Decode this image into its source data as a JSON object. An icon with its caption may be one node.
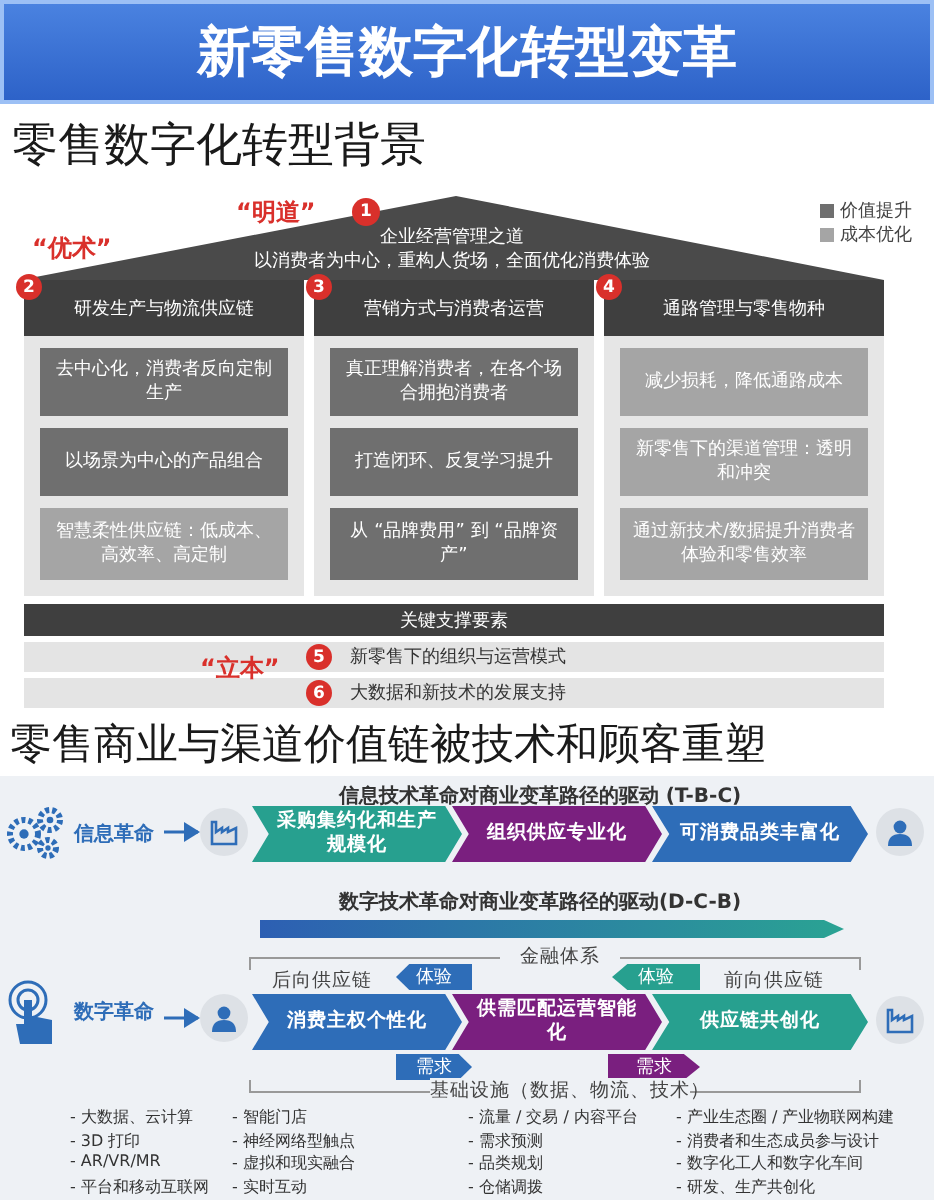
{
  "diagram": {
    "title": "新零售数字化转型变革",
    "nodes": [
      {
        "text": [
          "企业经营管理之道",
          "以消费者为中心，重构人货场，全面优化消费体验"
        ]
      },
      {
        "text": [
          "1"
        ]
      },
      {
        "text": [
          "研发生产与物流供应链"
        ]
      },
      {
        "text": [
          "2"
        ]
      },
      {
        "text": [
          "去中心化，消费者反向定制生产"
        ],
        "in": 2
      },
      {
        "text": [
          "以场景为中心的产品组合"
        ],
        "in": 2
      },
      {
        "text": [
          "智慧柔性供应链：低成本、高效率、高定制"
        ],
        "in": 2
      },
      {
        "text": [
          "营销方式与消费者运营"
        ]
      },
      {
        "text": [
          "3"
        ]
      },
      {
        "text": [
          "真正理解消费者，在各个场合拥抱消费者"
        ],
        "in": 7
      },
      {
        "text": [
          "打造闭环、反复学习提升"
        ],
        "in": 7
      },
      {
        "text": [
          "从 “品牌费用” 到 “品牌资产”"
        ],
        "in": 7
      },
      {
        "text": [
          "通路管理与零售物种"
        ]
      },
      {
        "text": [
          "4"
        ]
      },
      {
        "text": [
          "减少损耗，降低通路成本"
        ],
        "in": 12
      },
      {
        "text": [
          "新零售下的渠道管理：透明和冲突"
        ],
        "in": 12
      },
      {
        "text": [
          "通过新技术/数据提升消费者体验和零售效率"
        ],
        "in": 12
      },
      {
        "text": [
          "关键支撑要素"
        ]
      },
      {
        "text": [
          "新零售下的组织与运营模式"
        ]
      },
      {
        "text": [
          "5"
        ],
        "in": 18
      },
      {
        "text": [
          "大数据和新技术的发展支持"
        ]
      },
      {
        "text": [
          "6"
        ],
        "in": 20
      },
      {
        "text": [
          "信息革命"
        ]
      },
      {
        "text": [],
        "shape": "circle"
      },
      {
        "text": [
          "采购集约化和生产规模化"
        ]
      },
      {
        "text": [
          "组织供应专业化"
        ]
      },
      {
        "text": [
          "可消费品类丰富化"
        ]
      },
      {
        "text": [],
        "shape": "circle"
      },
      {
        "text": [
          "数字革命"
        ]
      },
      {
        "text": [],
        "shape": "circle"
      },
      {
        "text": [
          "消费主权个性化"
        ]
      },
      {
        "text": [
          "供需匹配运营智能化"
        ]
      },
      {
        "text": [
          "供应链共创化"
        ]
      },
      {
        "text": [],
        "shape": "circle"
      },
      {
        "text": [
          "体验"
        ]
      },
      {
        "text": [
          "体验"
        ]
      },
      {
        "text": [
          "需求"
        ]
      },
      {
        "text": [
          "需求"
        ]
      }
    ],
    "edges": [
      {
        "from": 22,
        "to": 23,
        "arrow": "to"
      },
      {
        "from": 28,
        "to": 29,
        "arrow": "to"
      }
    ],
    "labels": [
      "零售数字化转型背景",
      "“明道”",
      "“优术”",
      "“立本”",
      "零售商业与渠道价值链被技术和顾客重塑",
      "信息技术革命对商业变革路径的驱动 (T-B-C)",
      "数字技术革命对商业变革路径的驱动(D-C-B)",
      "金融体系",
      "后向供应链",
      "前向供应链",
      "基础设施（数据、物流、技术）",
      "- 大数据、云计算",
      "- 3D 打印",
      "- AR/VR/MR",
      "- 平台和移动互联网",
      "- 智能门店",
      "- 神经网络型触点",
      "- 虚拟和现实融合",
      "- 实时互动",
      "- 流量 / 交易 / 内容平台",
      "- 需求预测",
      "- 品类规划",
      "- 仓储调拨",
      "- 产业生态圈 / 产业物联网构建",
      "- 消费者和生态成员参与设计",
      "- 数字化工人和数字化车间",
      "- 研发、生产共创化"
    ],
    "legend": [
      {
        "text": "价值提升",
        "color": "#6f6f6f"
      },
      {
        "text": "成本优化",
        "color": "#a5a5a5"
      }
    ]
  }
}
